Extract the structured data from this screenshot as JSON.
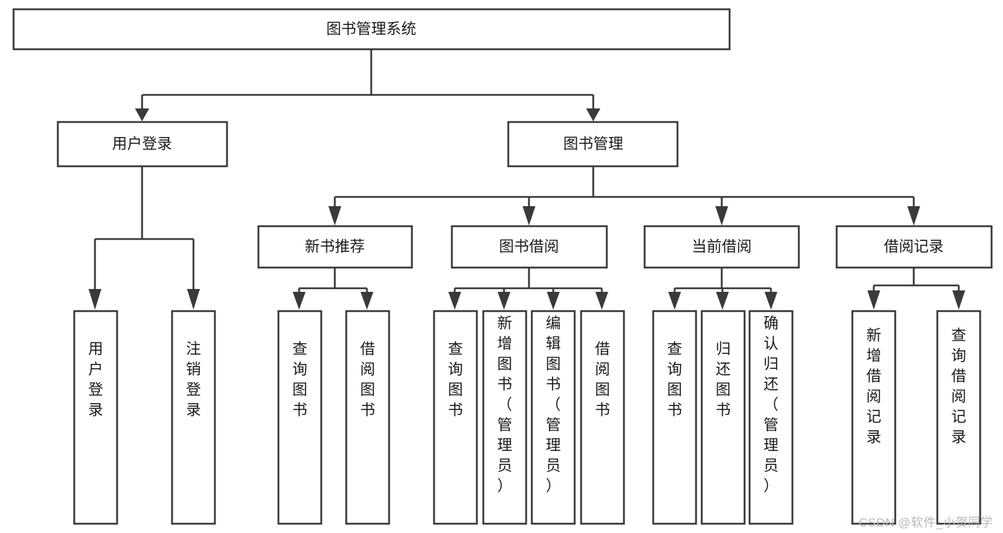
{
  "diagram": {
    "type": "hierarchy-tree",
    "title": "图书管理系统",
    "watermark": "CSDN @软件_小贺同学",
    "colors": {
      "stroke": "#3a3a3a",
      "box_fill": "#ffffff",
      "text": "#1a1a1a",
      "background": "#ffffff",
      "watermark": "#b9b9b9"
    },
    "levels": {
      "root": {
        "label": "图书管理系统"
      },
      "level2": [
        {
          "label": "用户登录"
        },
        {
          "label": "图书管理"
        }
      ],
      "level3": [
        {
          "label": "新书推荐"
        },
        {
          "label": "图书借阅"
        },
        {
          "label": "当前借阅"
        },
        {
          "label": "借阅记录"
        }
      ]
    },
    "leaves": {
      "user_login": [
        {
          "label": "用户登录"
        },
        {
          "label": "注销登录"
        }
      ],
      "new_book_recommend": [
        {
          "label": "查询图书"
        },
        {
          "label": "借阅图书"
        }
      ],
      "book_borrow": [
        {
          "label": "查询图书"
        },
        {
          "label": "新增图书（管理员）"
        },
        {
          "label": "编辑图书（管理员）"
        },
        {
          "label": "借阅图书"
        }
      ],
      "current_borrow": [
        {
          "label": "查询图书"
        },
        {
          "label": "归还图书"
        },
        {
          "label": "确认归还（管理员）"
        }
      ],
      "borrow_record": [
        {
          "label": "新增借阅记录"
        },
        {
          "label": "查询借阅记录"
        }
      ]
    }
  }
}
